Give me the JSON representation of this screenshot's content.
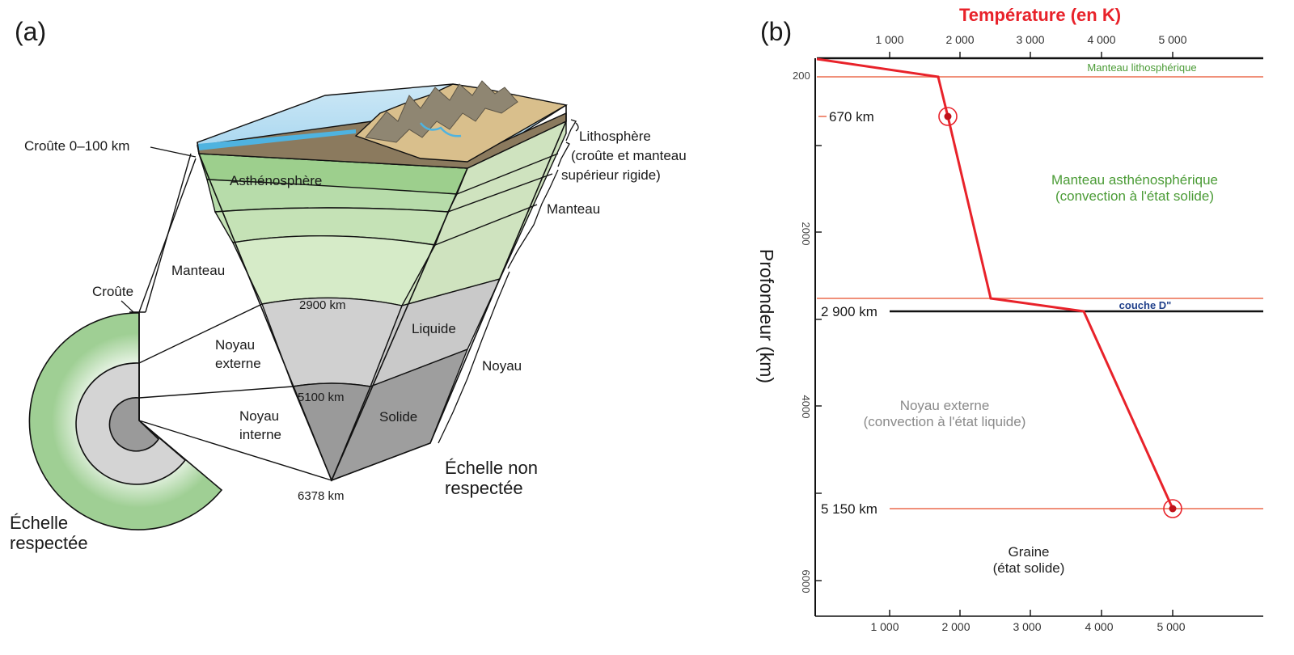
{
  "panel_a": {
    "label": "(a)",
    "crust_top": "Croûte 0–100 km",
    "lithosphere": [
      "Lithosphère",
      "(croûte et  manteau",
      "supérieur rigide)"
    ],
    "asthenosphere": "Asthénosphère",
    "mantle_right": "Manteau",
    "mantle_left": "Manteau",
    "crust_small": "Croûte",
    "depth_2900": "2900 km",
    "liquid": "Liquide",
    "outer_core": [
      "Noyau",
      "externe"
    ],
    "core_right": "Noyau",
    "depth_5100": "5100 km",
    "inner_core": [
      "Noyau",
      "interne"
    ],
    "solid": "Solide",
    "depth_6378": "6378 km",
    "not_to_scale": [
      "Échelle non",
      "respectée"
    ],
    "to_scale": [
      "Échelle",
      "respectée"
    ]
  },
  "panel_b": {
    "label": "(b)",
    "title": "Température (en K)",
    "y_axis_label": "Profondeur (km)",
    "top_ticks": [
      "1 000",
      "2 000",
      "3 000",
      "4 000",
      "5 000"
    ],
    "bottom_ticks": [
      "1 000",
      "2 000",
      "3 000",
      "4 000",
      "5 000"
    ],
    "left_ticks": [
      "200",
      "2000",
      "4000",
      "6000"
    ],
    "depth_670": "670 km",
    "depth_2900": "2 900 km",
    "depth_5150": "5 150 km",
    "lithospheric_mantle": "Manteau lithosphérique",
    "asthenospheric_mantle": [
      "Manteau asthénosphérique",
      "(convection à l'état solide)"
    ],
    "d_layer": "couche D\"",
    "outer_core": [
      "Noyau externe",
      "(convection à l'état liquide)"
    ],
    "inner_core": [
      "Graine",
      "(état solide)"
    ],
    "colors": {
      "profile": "#e8222a",
      "green_text": "#4a9b35",
      "boundary": "#f0907a",
      "d_layer": "#1f3f8a"
    }
  }
}
